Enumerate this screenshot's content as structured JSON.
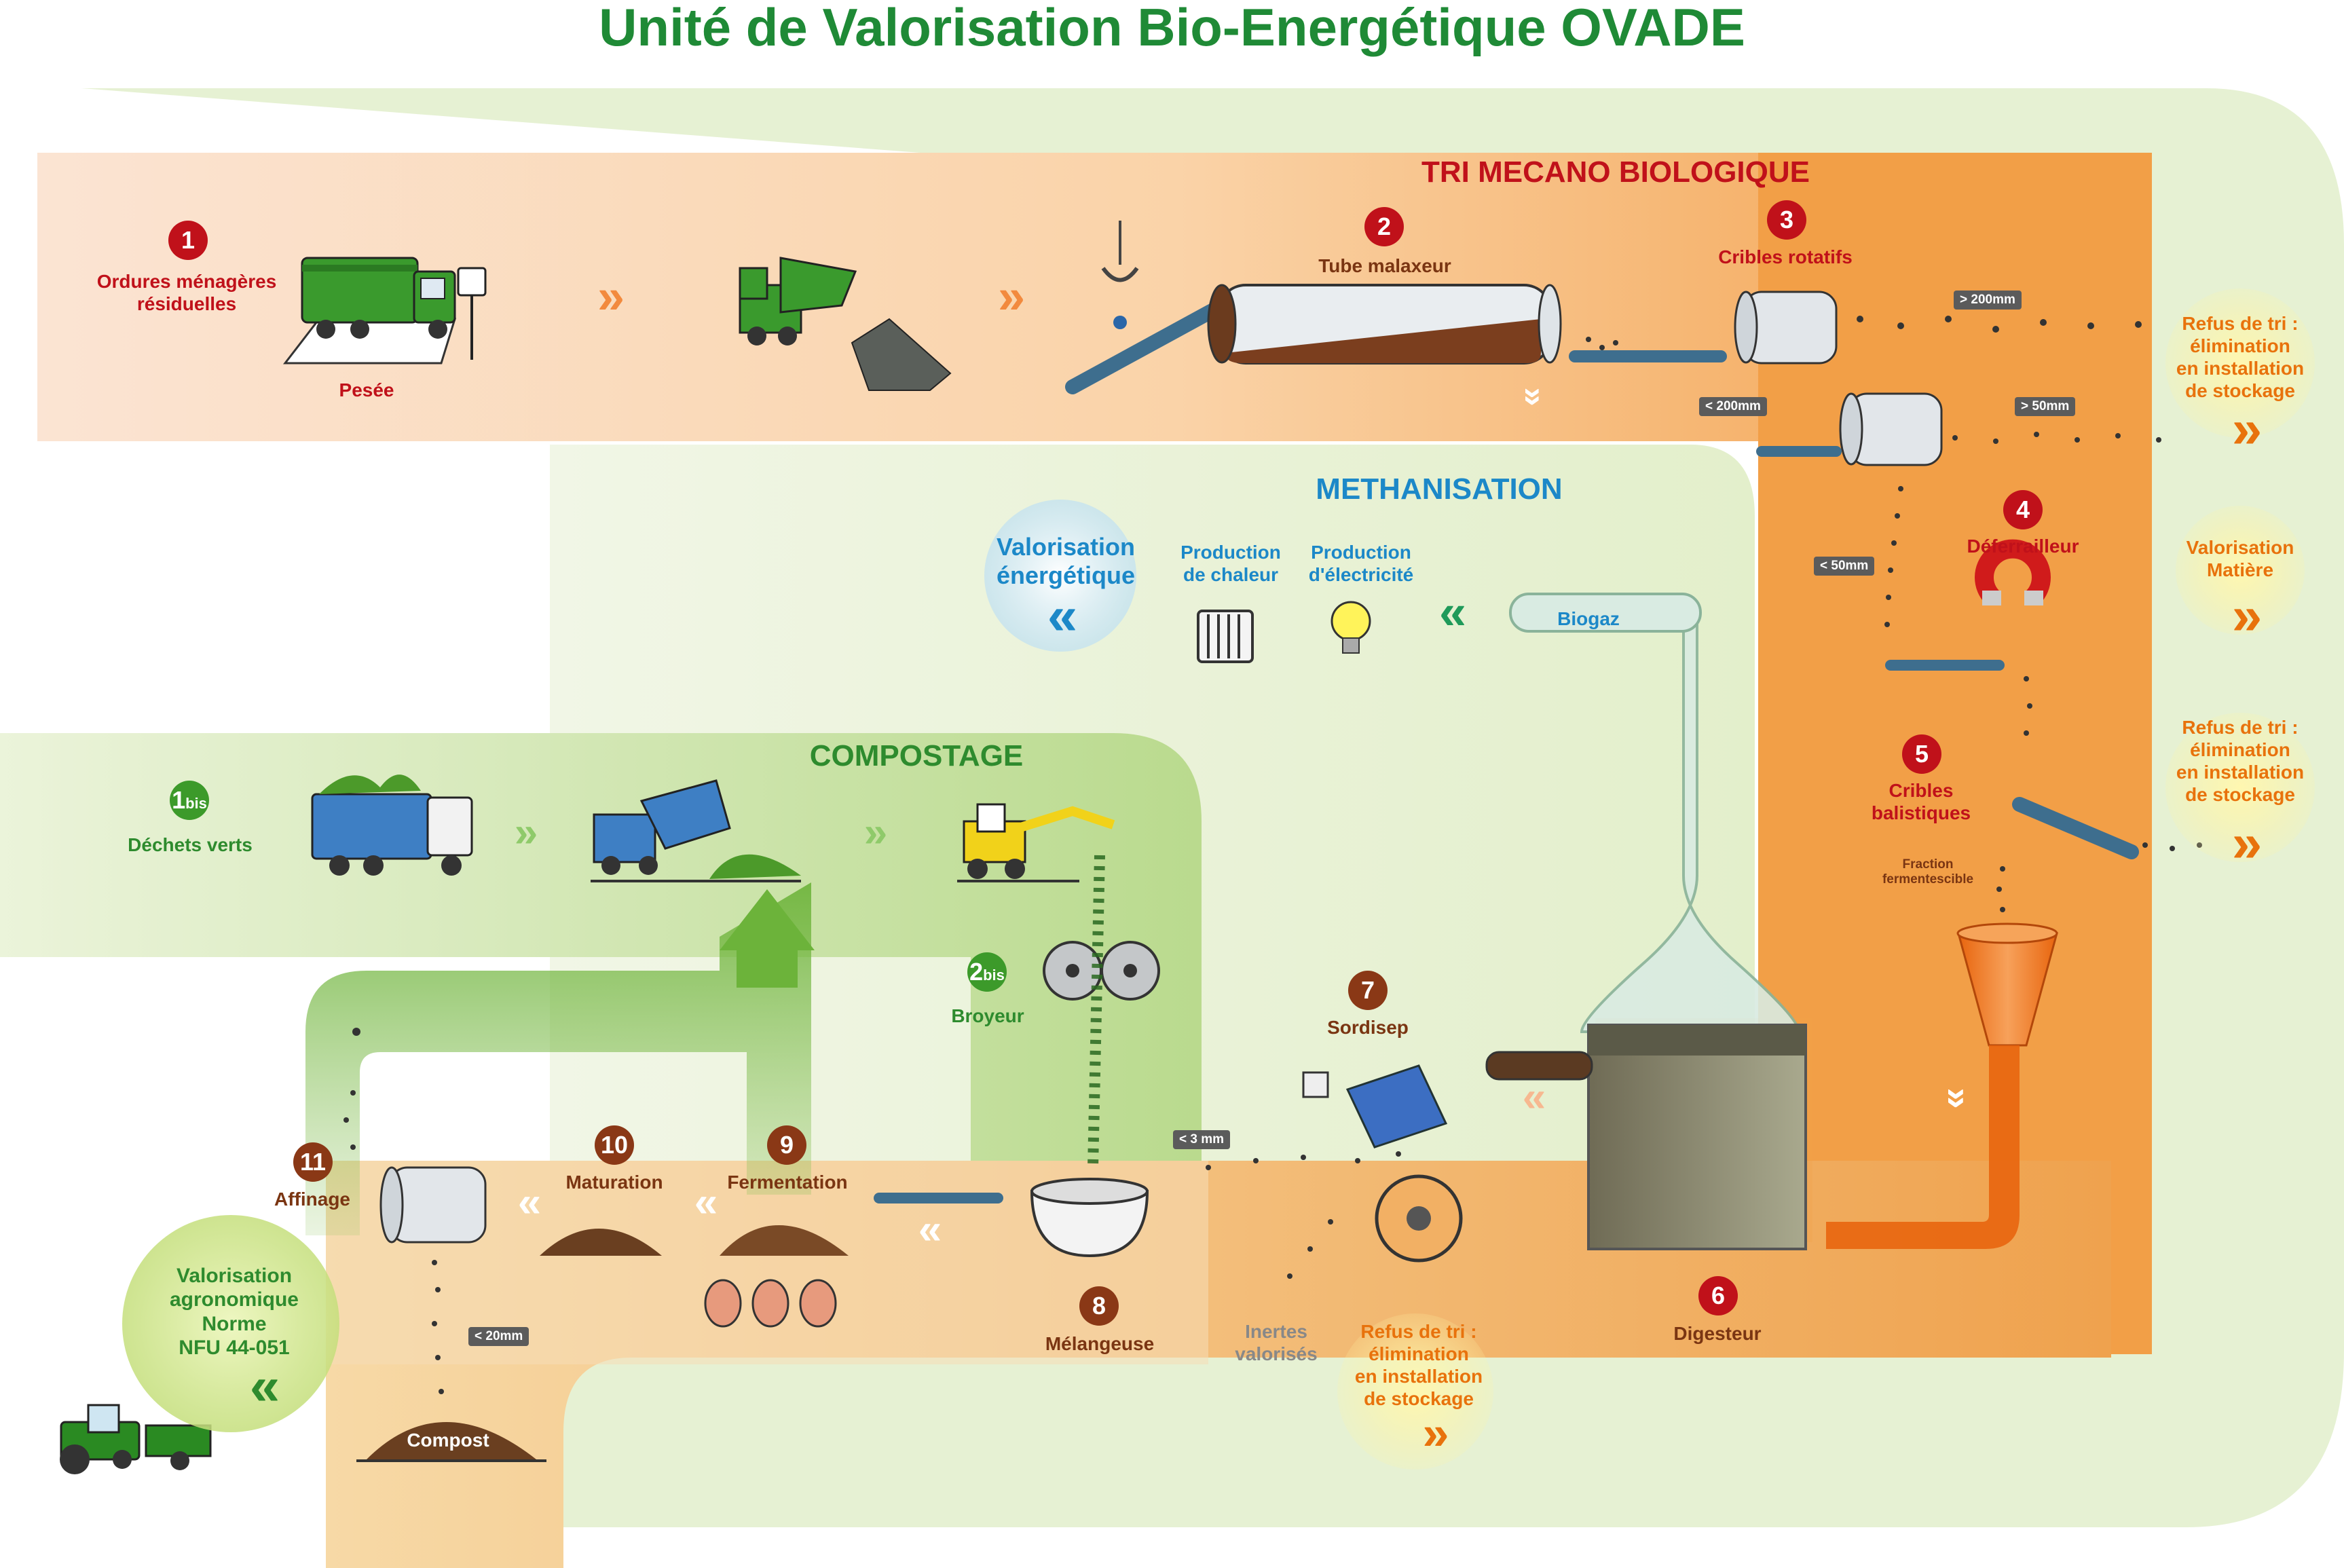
{
  "title": "Unité de Valorisation Bio-Energétique OVADE",
  "sections": {
    "tmb": "TRI MECANO BIOLOGIQUE",
    "methanisation": "METHANISATION",
    "compostage": "COMPOSTAGE"
  },
  "steps": [
    {
      "num": "1",
      "label": "Ordures ménagères\nrésiduelles"
    },
    {
      "num": "2",
      "label": "Tube malaxeur"
    },
    {
      "num": "3",
      "label": "Cribles rotatifs"
    },
    {
      "num": "4",
      "label": "Déferrailleur"
    },
    {
      "num": "5",
      "label": "Cribles\nbalistiques"
    },
    {
      "num": "6",
      "label": "Digesteur"
    },
    {
      "num": "7",
      "label": "Sordisep"
    },
    {
      "num": "8",
      "label": "Mélangeuse"
    },
    {
      "num": "9",
      "label": "Fermentation"
    },
    {
      "num": "10",
      "label": "Maturation"
    },
    {
      "num": "11",
      "label": "Affinage"
    },
    {
      "num": "1",
      "sub": "bis",
      "label": "Déchets verts"
    },
    {
      "num": "2",
      "sub": "bis",
      "label": "Broyeur"
    }
  ],
  "labels": {
    "pesee": "Pesée",
    "biogaz": "Biogaz",
    "production_chaleur": "Production\nde chaleur",
    "production_electricite": "Production\nd'électricité",
    "valorisation_energetique": "Valorisation\nénergétique",
    "fraction_fermentescible": "Fraction\nfermentescible",
    "inertes": "Inertes\nvalorisés",
    "compost": "Compost"
  },
  "outcomes": {
    "refus_1": "Refus de tri :\nélimination\nen installation\nde stockage",
    "valorisation_matiere": "Valorisation\nMatière",
    "refus_2": "Refus de tri :\nélimination\nen installation\nde stockage",
    "refus_3": "Refus de tri :\nélimination\nen installation\nde stockage",
    "valorisation_agronomique": "Valorisation\nagronomique\nNorme\nNFU 44-051"
  },
  "sizes": {
    "gt200": "> 200mm",
    "lt200": "< 200mm",
    "gt50": "> 50mm",
    "lt50": "< 50mm",
    "lt3": "< 3 mm",
    "lt20": "< 20mm"
  },
  "colors": {
    "title_green": "#1f8a36",
    "tmb_orange": "#f4a24a",
    "methanisation_green": "#d6e8b0",
    "compost_green": "#8cc25a",
    "step_red": "#c0111a",
    "step_brown": "#8a3816",
    "energy_blue": "#1c88c8",
    "refus_orange": "#e8720c"
  }
}
